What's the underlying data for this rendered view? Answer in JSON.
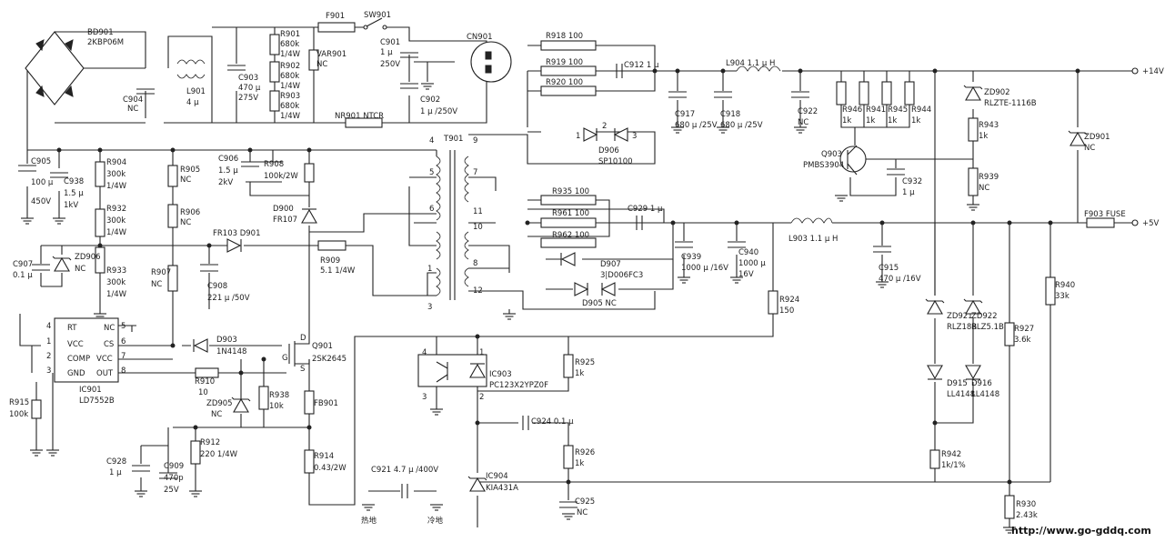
{
  "parts": {
    "bd901_ref": "BD901",
    "bd901_val": "2KBP06M",
    "c904_ref": "C904",
    "c904_val": "NC",
    "l901_ref": "L901",
    "l901_val": "4 μ",
    "c903_ref": "C903",
    "c903_v1": "470 μ",
    "c903_v2": "275V",
    "r901_ref": "R901",
    "r901_v1": "680k",
    "r901_v2": "1/4W",
    "r902_ref": "R902",
    "r902_v1": "680k",
    "r902_v2": "1/4W",
    "r903_ref": "R903",
    "r903_v1": "680k",
    "r903_v2": "1/4W",
    "var901_ref": "VAR901",
    "var901_val": "NC",
    "f901_ref": "F901",
    "sw901_ref": "SW901",
    "c901_ref": "C901",
    "c901_v1": "1 μ",
    "c901_v2": "250V",
    "cn901_ref": "CN901",
    "c902_label": "C902",
    "c902_val": "1 μ /250V",
    "nr901_label": "NR901 NTCR",
    "r918_label": "R918 100",
    "r919_label": "R919 100",
    "r920_label": "R920 100",
    "c912_label": "C912 1 μ",
    "l904_label": "L904  1.1 μ H",
    "out14_label": "+14V",
    "c917_ref": "C917",
    "c917_val": "680 μ /25V",
    "c918_ref": "C918",
    "c918_val": "680 μ /25V",
    "c922_ref": "C922",
    "c922_val": "NC",
    "r946_ref": "R946",
    "r946_val": "1k",
    "r941_ref": "R941",
    "r941_val": "1k",
    "r945_ref": "R945",
    "r945_val": "1k",
    "r944_ref": "R944",
    "r944_val": "1k",
    "zd902_ref": "ZD902",
    "zd902_val": "RLZTE-1116B",
    "r943_ref": "R943",
    "r943_val": "1k",
    "zd901_ref": "ZD901",
    "zd901_val": "NC",
    "q903_ref": "Q903",
    "q903_val": "PMBS3904",
    "c932_ref": "C932",
    "c932_val": "1 μ",
    "r939_ref": "R939",
    "r939_val": "NC",
    "d906_ref": "D906",
    "d906_val": "SP10100",
    "pin1": "1",
    "pin2": "2",
    "pin3": "3",
    "t901_ref": "T901",
    "tp4": "4",
    "tp9": "9",
    "tp5": "5",
    "tp7": "7",
    "tp6": "6",
    "tp11": "11",
    "tp10": "10",
    "tp1": "1",
    "tp8": "8",
    "tp3": "3",
    "tp12": "12",
    "c905_ref": "C905",
    "c905_v1": "100 μ",
    "c905_v2": "450V",
    "c938_ref": "C938",
    "c938_v1": "1.5 μ",
    "c938_v2": "1kV",
    "r904_ref": "R904",
    "r904_v1": "300k",
    "r904_v2": "1/4W",
    "r905_ref": "R905",
    "r905_val": "NC",
    "c906_ref": "C906",
    "c906_v1": "1.5 μ",
    "c906_v2": "2kV",
    "r908_ref": "R908",
    "r908_val": "100k/2W",
    "d900_ref": "D900",
    "d900_val": "FR107",
    "r932_ref": "R932",
    "r932_v1": "300k",
    "r932_v2": "1/4W",
    "r906_ref": "R906",
    "r906_val": "NC",
    "fr103_label": "FR103  D901",
    "r909_ref": "R909",
    "r909_val": "5.1 1/4W",
    "c907_ref": "C907",
    "c907_val": "0.1 μ",
    "zd906_ref": "ZD906",
    "zd906_val": "NC",
    "r933_ref": "R933",
    "r933_v1": "300k",
    "r933_v2": "1/4W",
    "r907_ref": "R907",
    "r907_val": "NC",
    "c908_ref": "C908",
    "c908_val": "221 μ /50V",
    "r935_label": "R935 100",
    "r961_label": "R961 100",
    "r962_label": "R962 100",
    "c929_label": "C929 1 μ",
    "d907_ref": "D907",
    "d907_val": "3|D006FC3",
    "d905_label": "D905  NC",
    "c939_ref": "C939",
    "c939_val": "1000 μ /16V",
    "c940_ref": "C940",
    "c940_v1": "1000 μ",
    "c940_v2": "16V",
    "l903_label": "L903  1.1 μ H",
    "c915_ref": "C915",
    "c915_val": "470 μ /16V",
    "f903_label": "F903 FUSE",
    "out5_label": "+5V",
    "ic901_ref": "IC901",
    "ic901_val": "LD7552B",
    "ic_rt": "RT",
    "ic_vcc": "VCC",
    "ic_comp": "COMP",
    "ic_gnd": "GND",
    "ic_nc": "NC",
    "ic_cs": "CS",
    "ic_vcc2": "VCC",
    "ic_out": "OUT",
    "ip4": "4",
    "ip1": "1",
    "ip2": "2",
    "ip3": "3",
    "ip5": "5",
    "ip6": "6",
    "ip7": "7",
    "ip8": "8",
    "d903_ref": "D903",
    "d903_val": "1N4148",
    "q901_ref": "Q901",
    "q901_val": "2SK2645",
    "q_d": "D",
    "q_g": "G",
    "q_s": "S",
    "r910_ref": "R910",
    "r910_val": "10",
    "zd905_ref": "ZD905",
    "zd905_val": "NC",
    "r938_ref": "R938",
    "r938_val": "10k",
    "fb901_ref": "FB901",
    "r924_ref": "R924",
    "r924_val": "150",
    "zd921_ref": "ZD921",
    "zd921_val": "RLZ18B",
    "zd922_ref": "ZD922",
    "zd922_val": "RLZ5.1B",
    "r927_ref": "R927",
    "r927_val": "3.6k",
    "r940_ref": "R940",
    "r940_val": "33k",
    "ic903_ref": "IC903",
    "ic903_val": "PC123X2YPZ0F",
    "op4": "4",
    "op3": "3",
    "op1": "1",
    "op2": "2",
    "r925_ref": "R925",
    "r925_val": "1k",
    "d915_ref": "D915",
    "d915_val": "LL4148",
    "d916_ref": "D916",
    "d916_val": "LL4148",
    "r915_ref": "R915",
    "r915_val": "100k",
    "r912_ref": "R912",
    "r912_val": "220 1/4W",
    "r914_ref": "R914",
    "r914_val": "0.43/2W",
    "c928_ref": "C928",
    "c928_val": "1 μ",
    "c909_ref": "C909",
    "c909_v1": "470p",
    "c909_v2": "25V",
    "c921_label": "C921 4.7 μ /400V",
    "hot_ground": "热地",
    "cold_ground": "冷地",
    "c924_label": "C924 0.1 μ",
    "r926_ref": "R926",
    "r926_val": "1k",
    "ic904_ref": "IC904",
    "ic904_val": "KIA431A",
    "c925_ref": "C925",
    "c925_val": "NC",
    "r942_ref": "R942",
    "r942_val": "1k/1%",
    "r930_ref": "R930",
    "r930_val": "2.43k",
    "website": "http://www.go-gddq.com"
  }
}
